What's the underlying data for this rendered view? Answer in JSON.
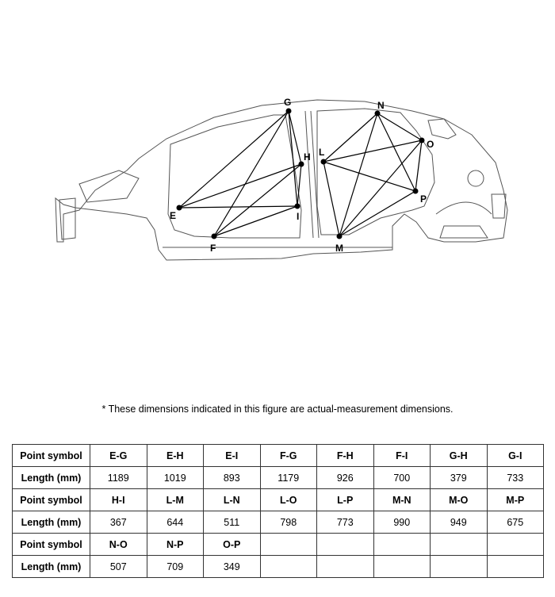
{
  "points": [
    {
      "id": "E",
      "label": "E"
    },
    {
      "id": "F",
      "label": "F"
    },
    {
      "id": "G",
      "label": "G"
    },
    {
      "id": "H",
      "label": "H"
    },
    {
      "id": "I",
      "label": "I"
    },
    {
      "id": "L",
      "label": "L"
    },
    {
      "id": "M",
      "label": "M"
    },
    {
      "id": "N",
      "label": "N"
    },
    {
      "id": "O",
      "label": "O"
    },
    {
      "id": "P",
      "label": "P"
    }
  ],
  "note": "*  These dimensions indicated in this figure are actual-measurement dimensions.",
  "table": {
    "symbol_header": "Point symbol",
    "length_header": "Length (mm)",
    "rows": [
      {
        "symbols": [
          "E-G",
          "E-H",
          "E-I",
          "F-G",
          "F-H",
          "F-I",
          "G-H",
          "G-I"
        ],
        "lengths": [
          "1189",
          "1019",
          "893",
          "1179",
          "926",
          "700",
          "379",
          "733"
        ]
      },
      {
        "symbols": [
          "H-I",
          "L-M",
          "L-N",
          "L-O",
          "L-P",
          "M-N",
          "M-O",
          "M-P"
        ],
        "lengths": [
          "367",
          "644",
          "511",
          "798",
          "773",
          "990",
          "949",
          "675"
        ]
      },
      {
        "symbols": [
          "N-O",
          "N-P",
          "O-P",
          "",
          "",
          "",
          "",
          ""
        ],
        "lengths": [
          "507",
          "709",
          "349",
          "",
          "",
          "",
          "",
          ""
        ]
      }
    ]
  }
}
